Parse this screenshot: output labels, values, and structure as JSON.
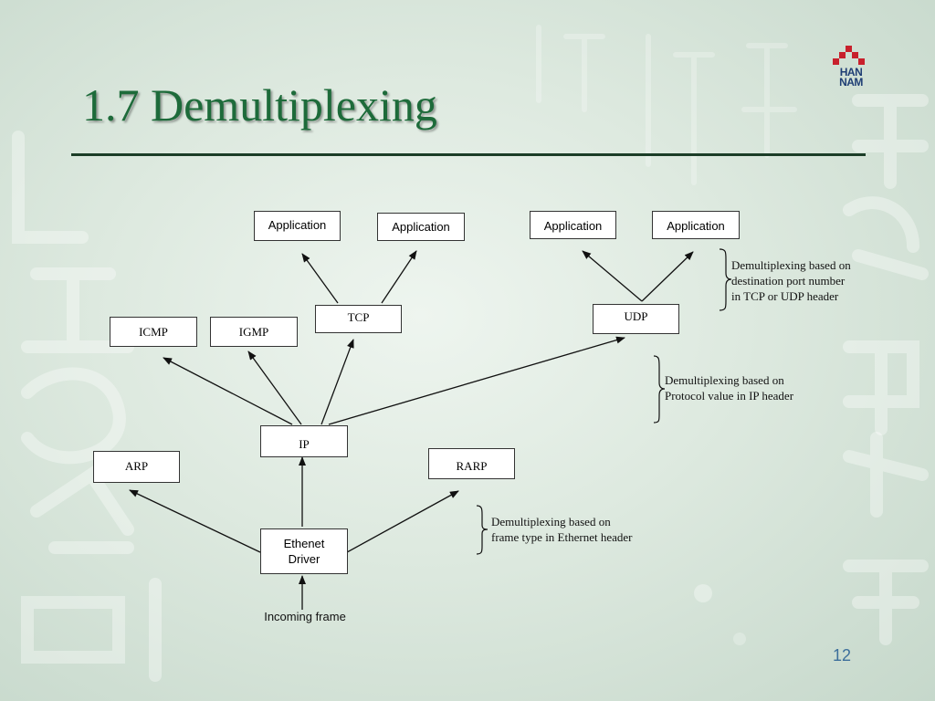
{
  "slide": {
    "title": "1.7 Demultiplexing",
    "page_number": "12",
    "logo_text": "HAN NAM"
  },
  "nodes": {
    "app1": "Application",
    "app2": "Application",
    "app3": "Application",
    "app4": "Application",
    "tcp": "TCP",
    "udp": "UDP",
    "icmp": "ICMP",
    "igmp": "IGMP",
    "ip": "IP",
    "arp": "ARP",
    "rarp": "RARP",
    "ethernet_driver": "Ethenet\nDriver"
  },
  "incoming_label": "Incoming frame",
  "notes": {
    "port": "Demultiplexing based on\ndestination port number\nin TCP or UDP  header",
    "protocol": "Demultiplexing based on\nProtocol value in IP header",
    "frame": "Demultiplexing based on\nframe type in Ethernet header"
  },
  "colors": {
    "title": "#1d6b3a",
    "rule": "#1b3d27",
    "page_number": "#3c6e9b"
  }
}
